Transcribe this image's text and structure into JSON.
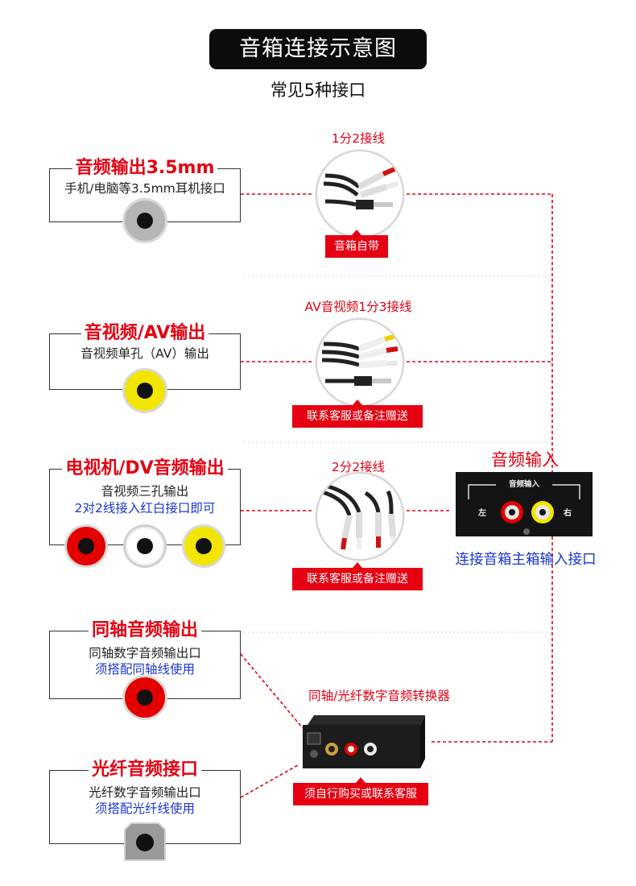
{
  "header": {
    "title": "音箱连接示意图",
    "subtitle": "常见5种接口"
  },
  "sources": [
    {
      "title": "音频输出3.5mm",
      "lines": [
        "手机/电脑等3.5mm耳机接口"
      ],
      "jacks": [
        "gray"
      ]
    },
    {
      "title": "音视频/AV输出",
      "lines": [
        "音视频单孔（AV）输出"
      ],
      "jacks": [
        "yellow"
      ]
    },
    {
      "title": "电视机/DV音频输出",
      "lines": [
        "音视频三孔输出",
        "2对2线接入红白接口即可"
      ],
      "jacks": [
        "red",
        "white",
        "yellow"
      ]
    },
    {
      "title": "同轴音频输出",
      "lines": [
        "同轴数字音频输出口",
        "须搭配同轴线使用"
      ],
      "jacks": [
        "red"
      ]
    },
    {
      "title": "光纤音频接口",
      "lines": [
        "光纤数字音频输出口",
        "须搭配光纤线使用"
      ],
      "jacks": [
        "optical"
      ]
    }
  ],
  "cables": [
    {
      "title": "1分2接线",
      "tag": "音箱自带"
    },
    {
      "title": "AV音视频1分3接线",
      "tag": "联系客服或备注赠送"
    },
    {
      "title": "2分2接线",
      "tag": "联系客服或备注赠送"
    }
  ],
  "converter": {
    "title": "同轴/光纤数字音频转换器",
    "tag": "须自行购买或联系客服"
  },
  "input": {
    "title": "音频输入",
    "panel_label": "音频输入",
    "left": "左",
    "right": "右",
    "caption": "连接音箱主箱输入接口"
  },
  "colors": {
    "accent_red": "#e50012",
    "blue": "#1a36d0",
    "header_bg": "#0c0c0c"
  }
}
